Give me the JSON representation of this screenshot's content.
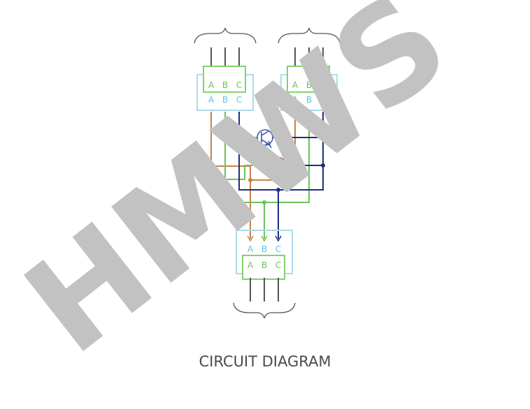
{
  "diagram": {
    "caption": "CIRCUIT DIAGRAM",
    "watermark": "HMWS",
    "terminal_labels": [
      "A",
      "B",
      "C"
    ],
    "colors": {
      "terminal_box_green": "#7fd36b",
      "terminal_box_blue": "#a9dcec",
      "label_green": "#6cc05a",
      "label_blue": "#5fc0e0",
      "phase_a_wire": "#c8814a",
      "phase_b_wire": "#6cc25a",
      "phase_c_wire": "#1e2f80",
      "cable": "#555555",
      "transistor_top": "#3c56b0",
      "transistor_bottom": "#d94b4b",
      "watermark": "#c2c2c2",
      "caption": "#4a4a4a"
    }
  }
}
